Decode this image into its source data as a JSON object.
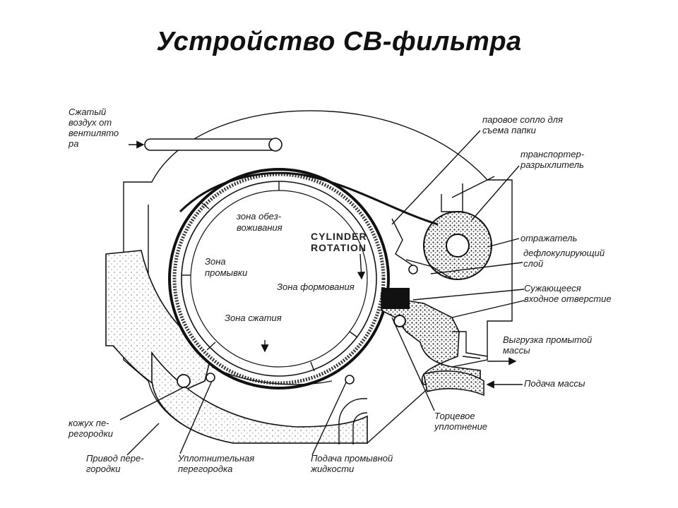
{
  "title": "Устройство СВ-фильтра",
  "rotation_label": {
    "line1": "CYLINDER",
    "line2": "ROTATION"
  },
  "zones": {
    "degreasing": [
      "зона обез-",
      "воживания"
    ],
    "washing": [
      "Зона",
      "промывки"
    ],
    "forming": "Зона формования",
    "compression": "Зона сжатия"
  },
  "labels": {
    "compressed_air": [
      "Сжатый",
      "воздух от",
      "вентилято",
      "ра"
    ],
    "steam_nozzle": [
      "паровое сопло для",
      "съема папки"
    ],
    "transporter": [
      "транспортер-",
      "разрыхлитель"
    ],
    "reflector": "отражатель",
    "deflocculating": [
      "дефлокулирующий",
      "слой"
    ],
    "narrowing_inlet": [
      "Сужающееся",
      "входное отверстие"
    ],
    "discharge": [
      "Выгрузка промытой",
      "массы"
    ],
    "feed": "Подача массы",
    "end_seal": [
      "Торцевое",
      "уплотнение"
    ],
    "partition_casing": [
      "кожух пе-",
      "регородки"
    ],
    "partition_drive": [
      "Привод пере-",
      "городки"
    ],
    "sealing_partition": [
      "Уплотнительная",
      "перегородка"
    ],
    "wash_liquid_feed": [
      "Подача промывной",
      "жидкости"
    ]
  }
}
